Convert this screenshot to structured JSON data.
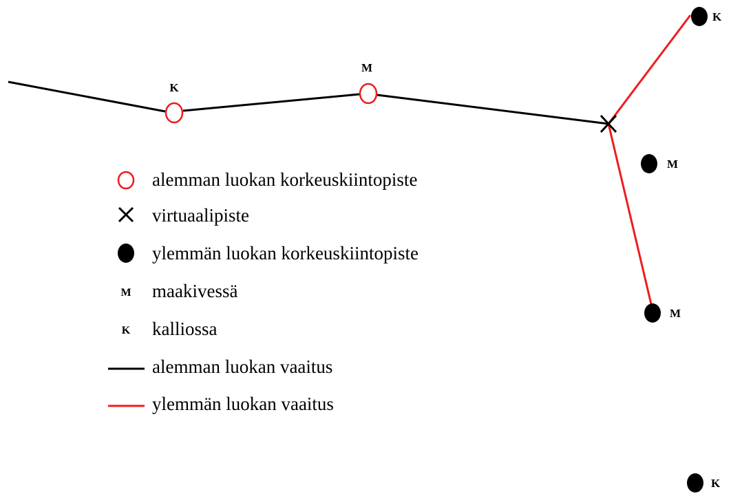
{
  "colors": {
    "lower_class": "#000000",
    "higher_class": "#ee1c1c",
    "lower_point_outline": "#ee1c1c",
    "higher_point_fill": "#000000",
    "virtual_point": "#000000",
    "background": "#ffffff"
  },
  "points": {
    "lower_point_1": {
      "label": "K"
    },
    "lower_point_2": {
      "label": "M"
    },
    "higher_point_top": {
      "label": "K"
    },
    "higher_point_mid": {
      "label": "M"
    },
    "higher_point_lower": {
      "label": "M"
    },
    "higher_point_bottom": {
      "label": "K"
    }
  },
  "legend": {
    "lower_benchmark": {
      "icon": "red-open-circle-icon",
      "text": "alemman luokan korkeuskiintopiste"
    },
    "virtual_point": {
      "icon": "cross-icon",
      "text": "virtuaalipiste"
    },
    "higher_benchmark": {
      "icon": "black-filled-circle-icon",
      "text": "ylemmän luokan korkeuskiintopiste"
    },
    "ground_stone": {
      "symbol": "M",
      "text": "maakivessä"
    },
    "bedrock": {
      "symbol": "K",
      "text": "kalliossa"
    },
    "lower_leveling": {
      "icon": "black-line-icon",
      "text": "alemman luokan vaaitus"
    },
    "higher_leveling": {
      "icon": "red-line-icon",
      "text": "ylemmän luokan vaaitus"
    }
  }
}
